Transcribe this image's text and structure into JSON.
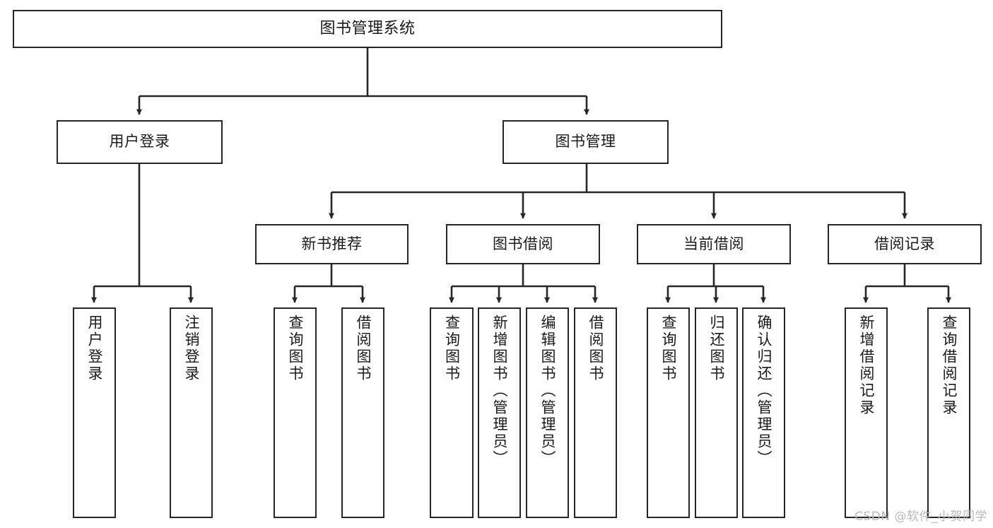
{
  "diagram": {
    "title": "图书管理系统",
    "type": "hierarchy-tree",
    "watermark": "CSDN @软件_小贺同学",
    "colors": {
      "stroke": "#262626",
      "fill": "#ffffff",
      "text": "#1a1a1a",
      "watermark": "#b9b9b9"
    },
    "nodes": {
      "root": {
        "label": "图书管理系统"
      },
      "level2": [
        {
          "id": "user-login",
          "label": "用户登录"
        },
        {
          "id": "book-manage",
          "label": "图书管理"
        }
      ],
      "level3": [
        {
          "id": "new-book-recommend",
          "label": "新书推荐"
        },
        {
          "id": "book-borrow",
          "label": "图书借阅"
        },
        {
          "id": "current-borrow",
          "label": "当前借阅"
        },
        {
          "id": "borrow-record",
          "label": "借阅记录"
        }
      ],
      "leaves": {
        "user_login": [
          {
            "id": "leaf-user-login",
            "label": "用户登录"
          },
          {
            "id": "leaf-logout-login",
            "label": "注销登录"
          }
        ],
        "new_book_recommend": [
          {
            "id": "leaf-query-book-1",
            "label": "查询图书"
          },
          {
            "id": "leaf-borrow-book-1",
            "label": "借阅图书"
          }
        ],
        "book_borrow": [
          {
            "id": "leaf-query-book-2",
            "label": "查询图书"
          },
          {
            "id": "leaf-add-book",
            "label": "新增图书（管理员）"
          },
          {
            "id": "leaf-edit-book",
            "label": "编辑图书（管理员）"
          },
          {
            "id": "leaf-borrow-book-2",
            "label": "借阅图书"
          }
        ],
        "current_borrow": [
          {
            "id": "leaf-query-book-3",
            "label": "查询图书"
          },
          {
            "id": "leaf-return-book",
            "label": "归还图书"
          },
          {
            "id": "leaf-confirm-return",
            "label": "确认归还（管理员）"
          }
        ],
        "borrow_record": [
          {
            "id": "leaf-add-record",
            "label": "新增借阅记录"
          },
          {
            "id": "leaf-query-record",
            "label": "查询借阅记录"
          }
        ]
      }
    }
  }
}
